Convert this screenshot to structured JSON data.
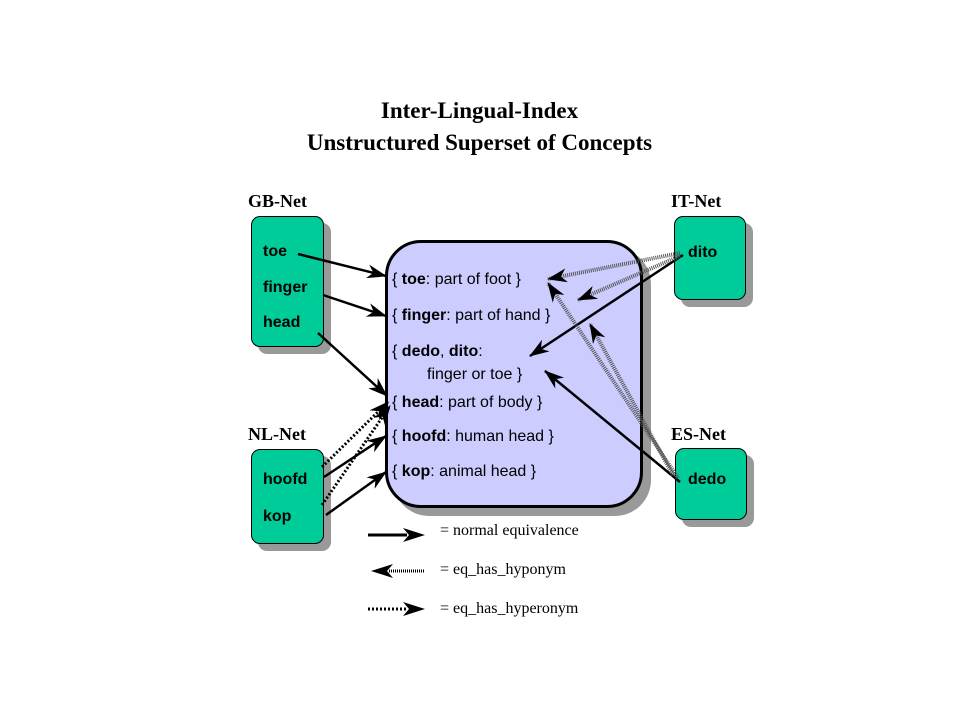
{
  "title": {
    "line1": "Inter-Lingual-Index",
    "line2": "Unstructured Superset of Concepts"
  },
  "nets": {
    "gb": {
      "label": "GB-Net",
      "words": [
        "toe",
        "finger",
        "head"
      ]
    },
    "it": {
      "label": "IT-Net",
      "words": [
        "dito"
      ]
    },
    "nl": {
      "label": "NL-Net",
      "words": [
        "hoofd",
        "kop"
      ]
    },
    "es": {
      "label": "ES-Net",
      "words": [
        "dedo"
      ]
    }
  },
  "ili": {
    "concepts": [
      {
        "open": "{ ",
        "head": "toe",
        "gloss": ": part of foot }"
      },
      {
        "open": "{ ",
        "head": "finger",
        "gloss": ": part of hand }"
      },
      {
        "open": "{ ",
        "head": "dedo",
        "sep": ", ",
        "head2": "dito",
        "gloss": ":",
        "gloss2": "finger or toe }"
      },
      {
        "open": "{ ",
        "head": "head",
        "gloss": ": part of body }"
      },
      {
        "open": "{ ",
        "head": "hoofd",
        "gloss": ": human head }"
      },
      {
        "open": "{ ",
        "head": "kop",
        "gloss": ": animal head }"
      }
    ]
  },
  "relations": [
    {
      "from": "toe",
      "to": "toe: part of foot",
      "type": "normal equivalence"
    },
    {
      "from": "finger",
      "to": "finger: part of hand",
      "type": "normal equivalence"
    },
    {
      "from": "head",
      "to": "head: part of body",
      "type": "normal equivalence"
    },
    {
      "from": "hoofd",
      "to": "hoofd: human head",
      "type": "normal equivalence"
    },
    {
      "from": "hoofd",
      "to": "head: part of body",
      "type": "eq_has_hyperonym"
    },
    {
      "from": "kop",
      "to": "kop: animal head",
      "type": "normal equivalence"
    },
    {
      "from": "kop",
      "to": "head: part of body",
      "type": "eq_has_hyperonym"
    },
    {
      "from": "dito",
      "to": "dedo, dito: finger or toe",
      "type": "normal equivalence"
    },
    {
      "from": "dito",
      "to": "toe: part of foot",
      "type": "eq_has_hyponym"
    },
    {
      "from": "dito",
      "to": "finger: part of hand",
      "type": "eq_has_hyponym"
    },
    {
      "from": "dedo",
      "to": "dedo, dito: finger or toe",
      "type": "normal equivalence"
    },
    {
      "from": "dedo",
      "to": "toe: part of foot",
      "type": "eq_has_hyponym"
    },
    {
      "from": "dedo",
      "to": "finger: part of hand",
      "type": "eq_has_hyponym"
    }
  ],
  "legend": [
    {
      "style": "solid",
      "label": "= normal equivalence"
    },
    {
      "style": "hyponym",
      "label": "= eq_has_hyponym"
    },
    {
      "style": "hyperonym",
      "label": "= eq_has_hyperonym"
    }
  ],
  "colors": {
    "net_fill": "#00cc99",
    "ili_fill": "#ccccff",
    "shadow": "#999999"
  }
}
